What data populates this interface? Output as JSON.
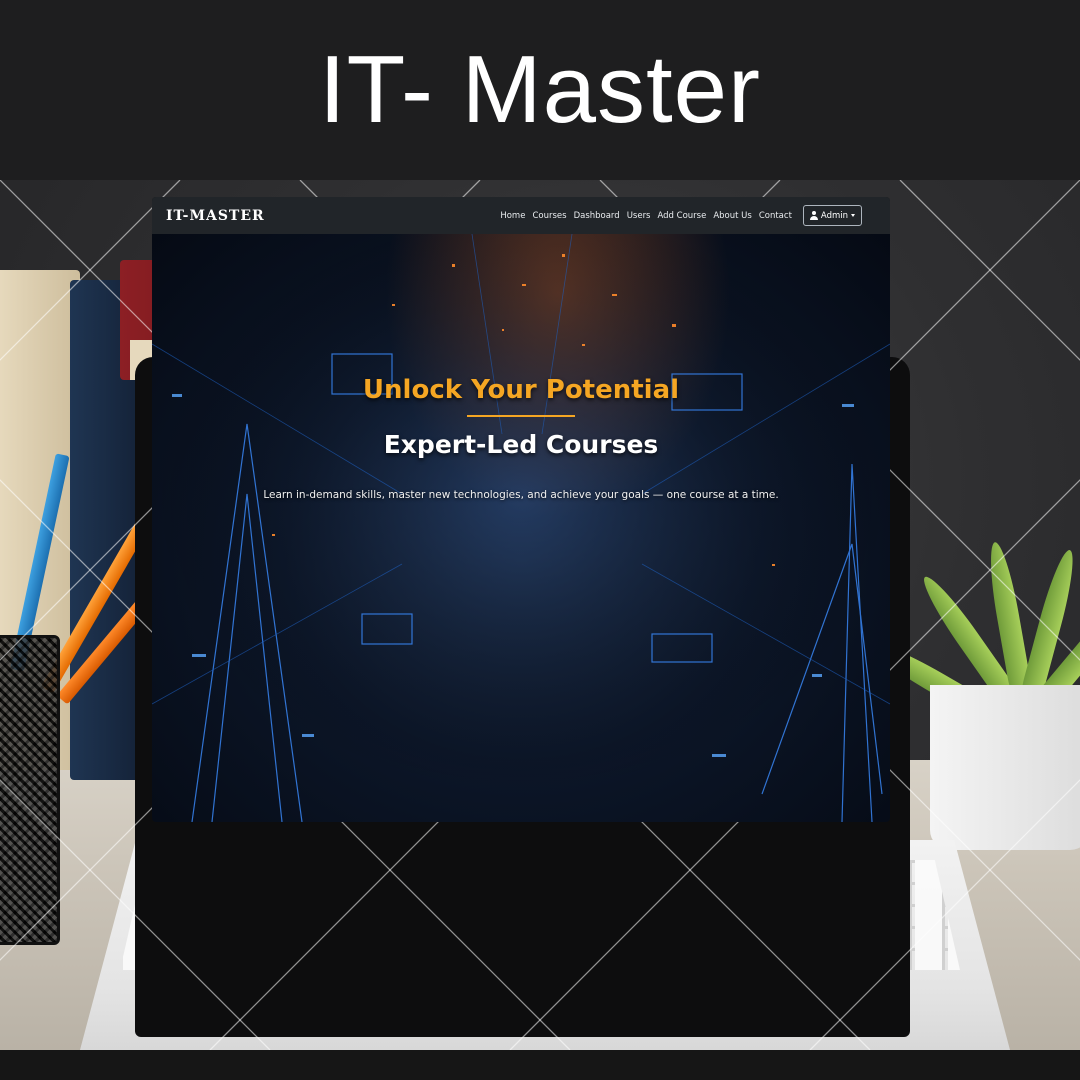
{
  "banner": {
    "title": "IT- Master"
  },
  "site": {
    "brand": "IT-MASTER",
    "nav": [
      {
        "label": "Home"
      },
      {
        "label": "Courses"
      },
      {
        "label": "Dashboard"
      },
      {
        "label": "Users"
      },
      {
        "label": "Add Course"
      },
      {
        "label": "About Us"
      },
      {
        "label": "Contact"
      }
    ],
    "account_button": {
      "label": "Admin",
      "icon": "user-icon"
    }
  },
  "hero": {
    "title": "Unlock Your Potential",
    "subtitle": "Expert-Led Courses",
    "description": "Learn in-demand skills, master new technologies, and achieve your goals — one course at a time."
  },
  "colors": {
    "accent": "#f5a623",
    "navbar": "#212529",
    "banner": "#1e1e1f"
  }
}
